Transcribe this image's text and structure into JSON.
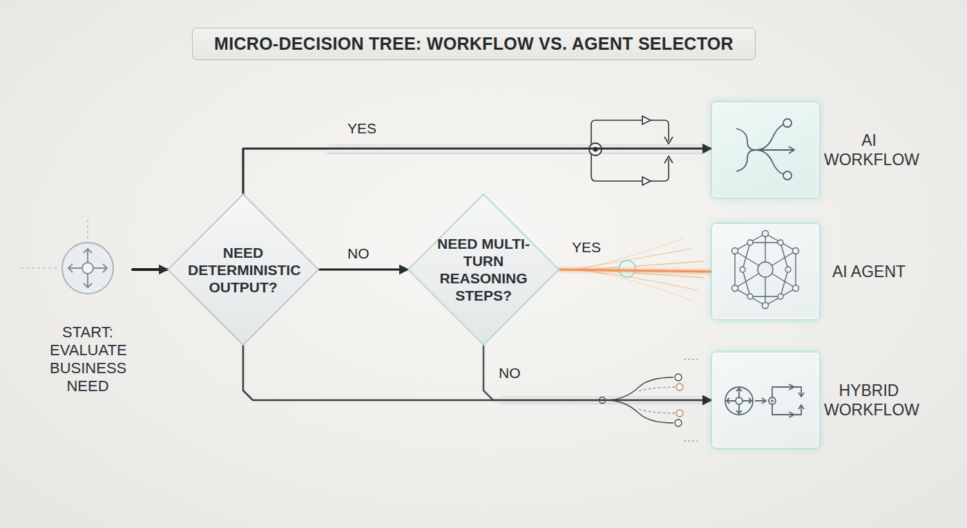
{
  "diagram": {
    "title": "MICRO-DECISION TREE: WORKFLOW VS. AGENT SELECTOR",
    "nodes": [
      {
        "text": [
          "START: EVALUATE BUSINESS NEED"
        ]
      },
      {
        "text": [
          "NEED DETERMINISTIC OUTPUT?"
        ]
      },
      {
        "text": [
          "NEED MULTI-TURN REASONING STEPS?"
        ]
      },
      {
        "text": [
          "AI WORKFLOW"
        ]
      },
      {
        "text": [
          "AI AGENT"
        ]
      },
      {
        "text": [
          "HYBRID WORKFLOW"
        ]
      }
    ],
    "edges": [
      {
        "from": 0,
        "to": 1,
        "arrow": "to"
      },
      {
        "from": 1,
        "to": 3,
        "label": "YES",
        "arrow": "to"
      },
      {
        "from": 1,
        "to": 2,
        "label": "NO",
        "arrow": "to"
      },
      {
        "from": 2,
        "to": 4,
        "label": "YES",
        "arrow": "none"
      },
      {
        "from": 2,
        "to": 5,
        "label": "NO",
        "arrow": "to"
      },
      {
        "from": 1,
        "to": 5,
        "arrow": "to"
      }
    ]
  }
}
